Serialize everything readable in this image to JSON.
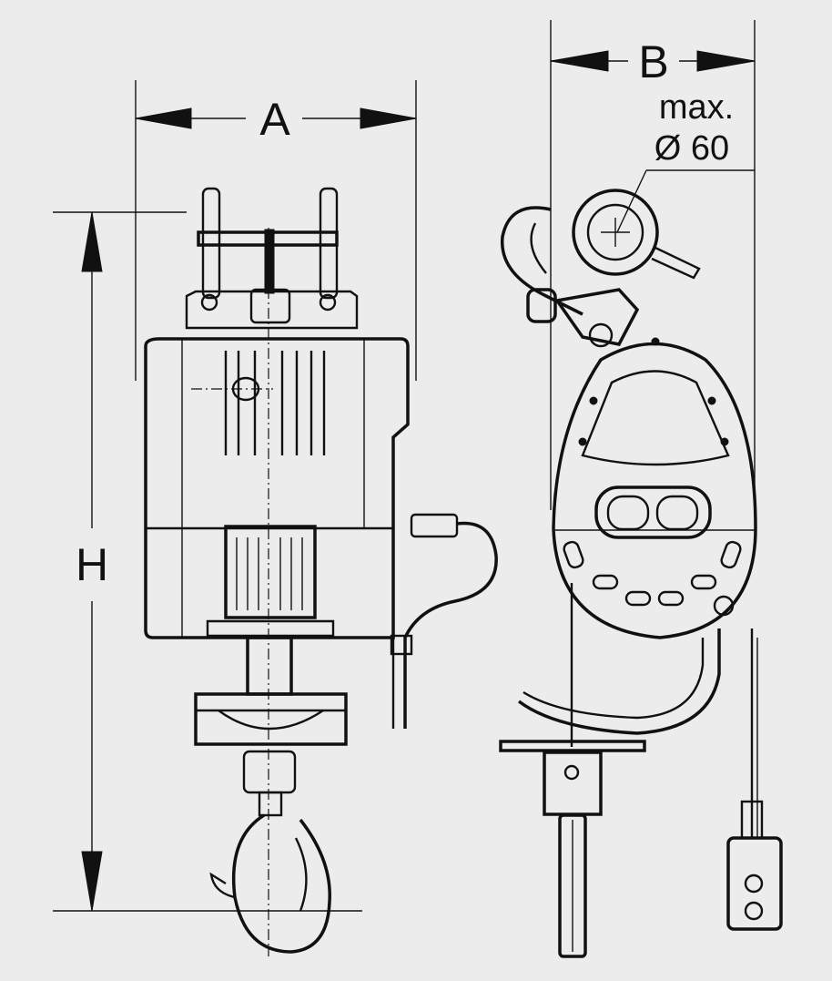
{
  "dimensions": {
    "a_label": "A",
    "b_label": "B",
    "h_label": "H"
  },
  "note": {
    "line1": "max.",
    "line2": "Ø 60"
  },
  "colors": {
    "background": "#ececec",
    "ink": "#111111"
  }
}
